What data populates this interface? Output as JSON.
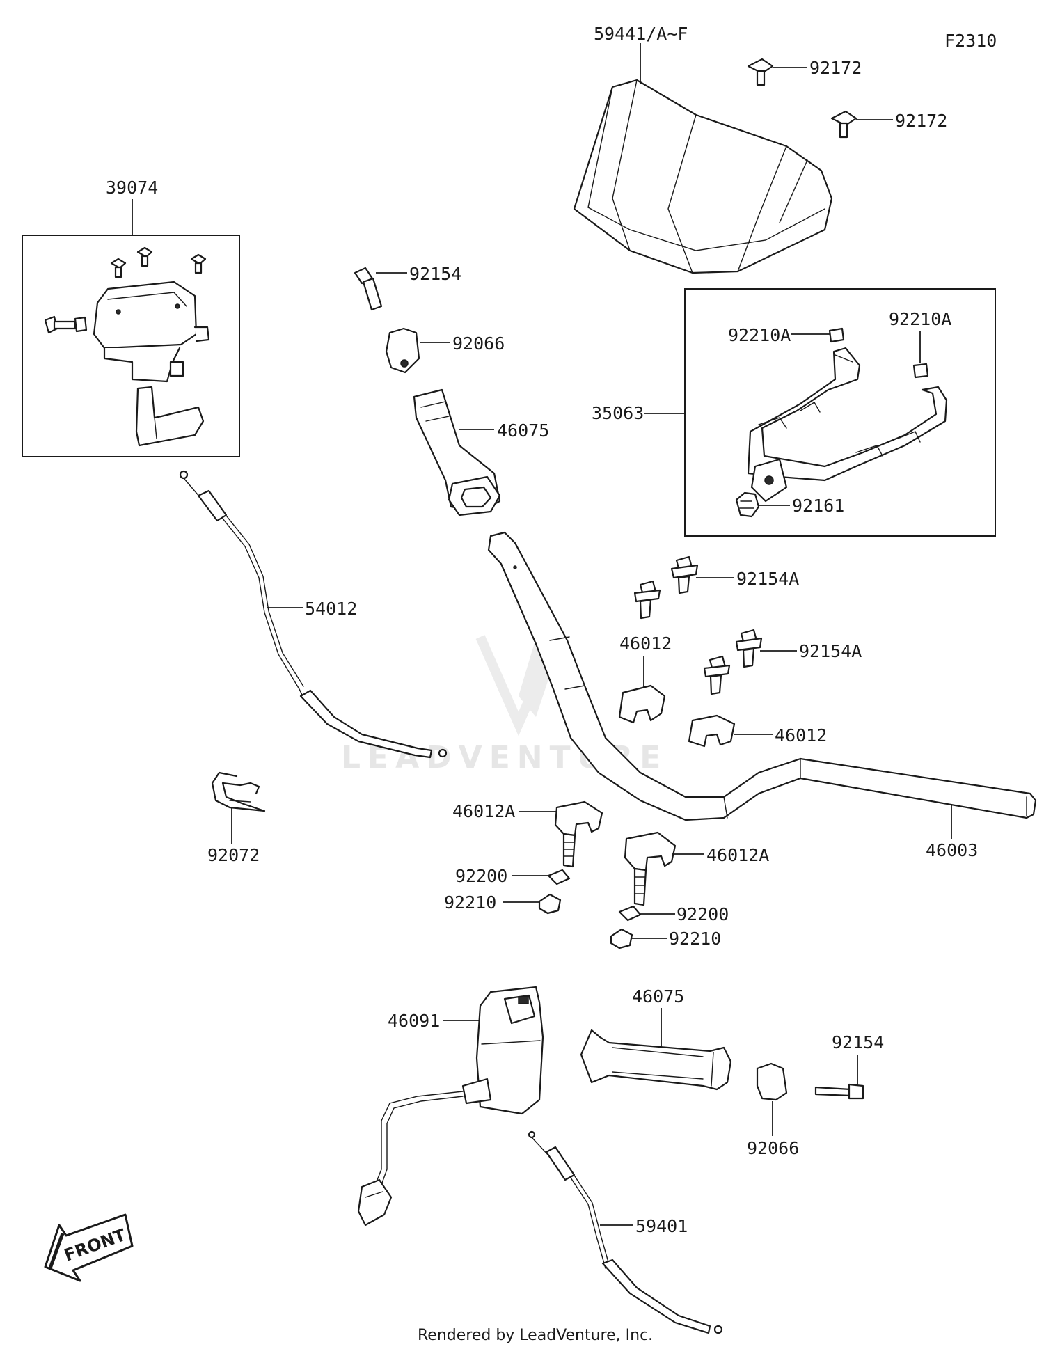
{
  "diagram_code": "F2310",
  "watermark": "LEADVENTURE",
  "footer": "Rendered by LeadVenture, Inc.",
  "front_label": "FRONT",
  "callouts": [
    {
      "id": "c-59441",
      "text": "59441/A~F"
    },
    {
      "id": "c-92172-a",
      "text": "92172"
    },
    {
      "id": "c-92172-b",
      "text": "92172"
    },
    {
      "id": "c-39074",
      "text": "39074"
    },
    {
      "id": "c-92154-a",
      "text": "92154"
    },
    {
      "id": "c-92066-a",
      "text": "92066"
    },
    {
      "id": "c-46075-a",
      "text": "46075"
    },
    {
      "id": "c-92210a-l",
      "text": "92210A"
    },
    {
      "id": "c-92210a-r",
      "text": "92210A"
    },
    {
      "id": "c-35063",
      "text": "35063"
    },
    {
      "id": "c-92161",
      "text": "92161"
    },
    {
      "id": "c-54012",
      "text": "54012"
    },
    {
      "id": "c-92154a-1",
      "text": "92154A"
    },
    {
      "id": "c-46012-a",
      "text": "46012"
    },
    {
      "id": "c-92154a-2",
      "text": "92154A"
    },
    {
      "id": "c-46012-b",
      "text": "46012"
    },
    {
      "id": "c-92072",
      "text": "92072"
    },
    {
      "id": "c-46012a-l",
      "text": "46012A"
    },
    {
      "id": "c-46012a-r",
      "text": "46012A"
    },
    {
      "id": "c-46003",
      "text": "46003"
    },
    {
      "id": "c-92200-a",
      "text": "92200"
    },
    {
      "id": "c-92210-a",
      "text": "92210"
    },
    {
      "id": "c-92200-b",
      "text": "92200"
    },
    {
      "id": "c-92210-b",
      "text": "92210"
    },
    {
      "id": "c-46091",
      "text": "46091"
    },
    {
      "id": "c-46075-b",
      "text": "46075"
    },
    {
      "id": "c-92154-b",
      "text": "92154"
    },
    {
      "id": "c-92066-b",
      "text": "92066"
    },
    {
      "id": "c-59401",
      "text": "59401"
    }
  ]
}
